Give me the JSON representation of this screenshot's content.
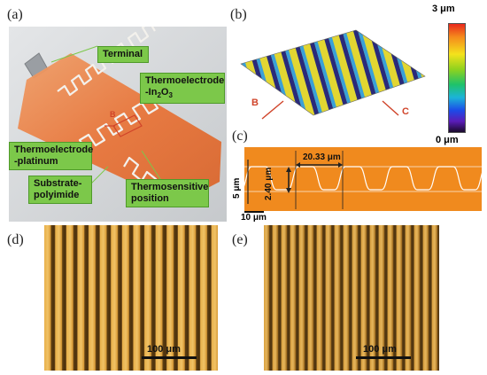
{
  "panels": {
    "a": "(a)",
    "b": "(b)",
    "c": "(c)",
    "d": "(d)",
    "e": "(e)"
  },
  "panel_a": {
    "labels": {
      "terminal": "Terminal",
      "thermoelectrode_in2o3_line1": "Thermoelectrode",
      "thermoelectrode_in2o3_line2_prefix": "-In",
      "thermoelectrode_in2o3_sub1": "2",
      "thermoelectrode_in2o3_mid": "O",
      "thermoelectrode_in2o3_sub2": "3",
      "thermoelectrode_platinum_line1": "Thermoelectrode",
      "thermoelectrode_platinum_line2": "-platinum",
      "substrate_line1": "Substrate-",
      "substrate_line2": "polyimide",
      "thermosensitive_line1": "Thermosensitive",
      "thermosensitive_line2": "position"
    },
    "marker": "B"
  },
  "panel_b": {
    "colorbar_max": "3 μm",
    "colorbar_min": "0 μm",
    "marker_b": "B",
    "marker_c": "C"
  },
  "panel_c": {
    "width_label": "20.33 μm",
    "height_label": "2.40 μm",
    "y_scale": "5 μm",
    "x_scale": "10 μm"
  },
  "panel_d": {
    "scalebar": "100 μm"
  },
  "panel_e": {
    "scalebar": "100 μm"
  },
  "colors": {
    "label_green": "#7cc84a",
    "polyimide_orange": "#e8753a",
    "profile_orange": "#f08a1e",
    "arrow_red": "#d0442a"
  }
}
